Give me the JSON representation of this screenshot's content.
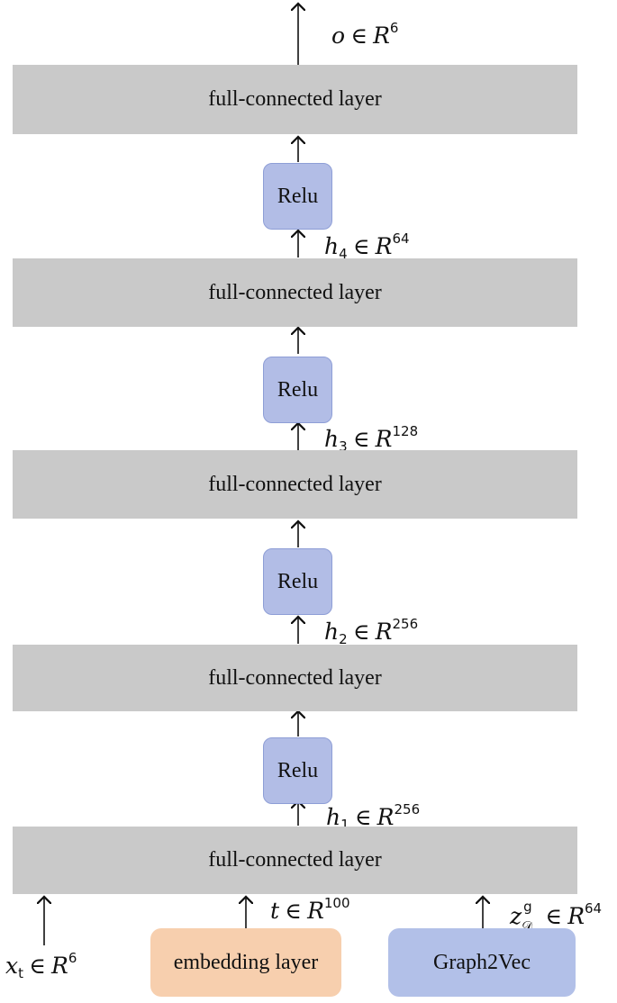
{
  "layers": {
    "fc_label": "full-connected layer",
    "relu_label": "Relu"
  },
  "inputs": {
    "embedding_label": "embedding layer",
    "graph2vec_label": "Graph2Vec"
  },
  "labels": {
    "output": {
      "var": "o",
      "space": "R",
      "exp": "6"
    },
    "h4": {
      "var": "h",
      "sub": "4",
      "space": "R",
      "exp": "64"
    },
    "h3": {
      "var": "h",
      "sub": "3",
      "space": "R",
      "exp": "128"
    },
    "h2": {
      "var": "h",
      "sub": "2",
      "space": "R",
      "exp": "256"
    },
    "h1": {
      "var": "h",
      "sub": "1",
      "space": "R",
      "exp": "256"
    },
    "t": {
      "var": "t",
      "space": "R",
      "exp": "100"
    },
    "z": {
      "var": "z",
      "sup": "g",
      "sub": "𝒟",
      "space": "R",
      "exp": "64"
    },
    "x": {
      "var": "x",
      "sub": "t",
      "space": "R",
      "exp": "6"
    },
    "in_symbol": "∈"
  },
  "colors": {
    "fc_fill": "#c9c9c9",
    "relu_fill": "#b2bde6",
    "embedding_fill": "#f7cfae",
    "graph2vec_fill": "#b2c0e8"
  }
}
